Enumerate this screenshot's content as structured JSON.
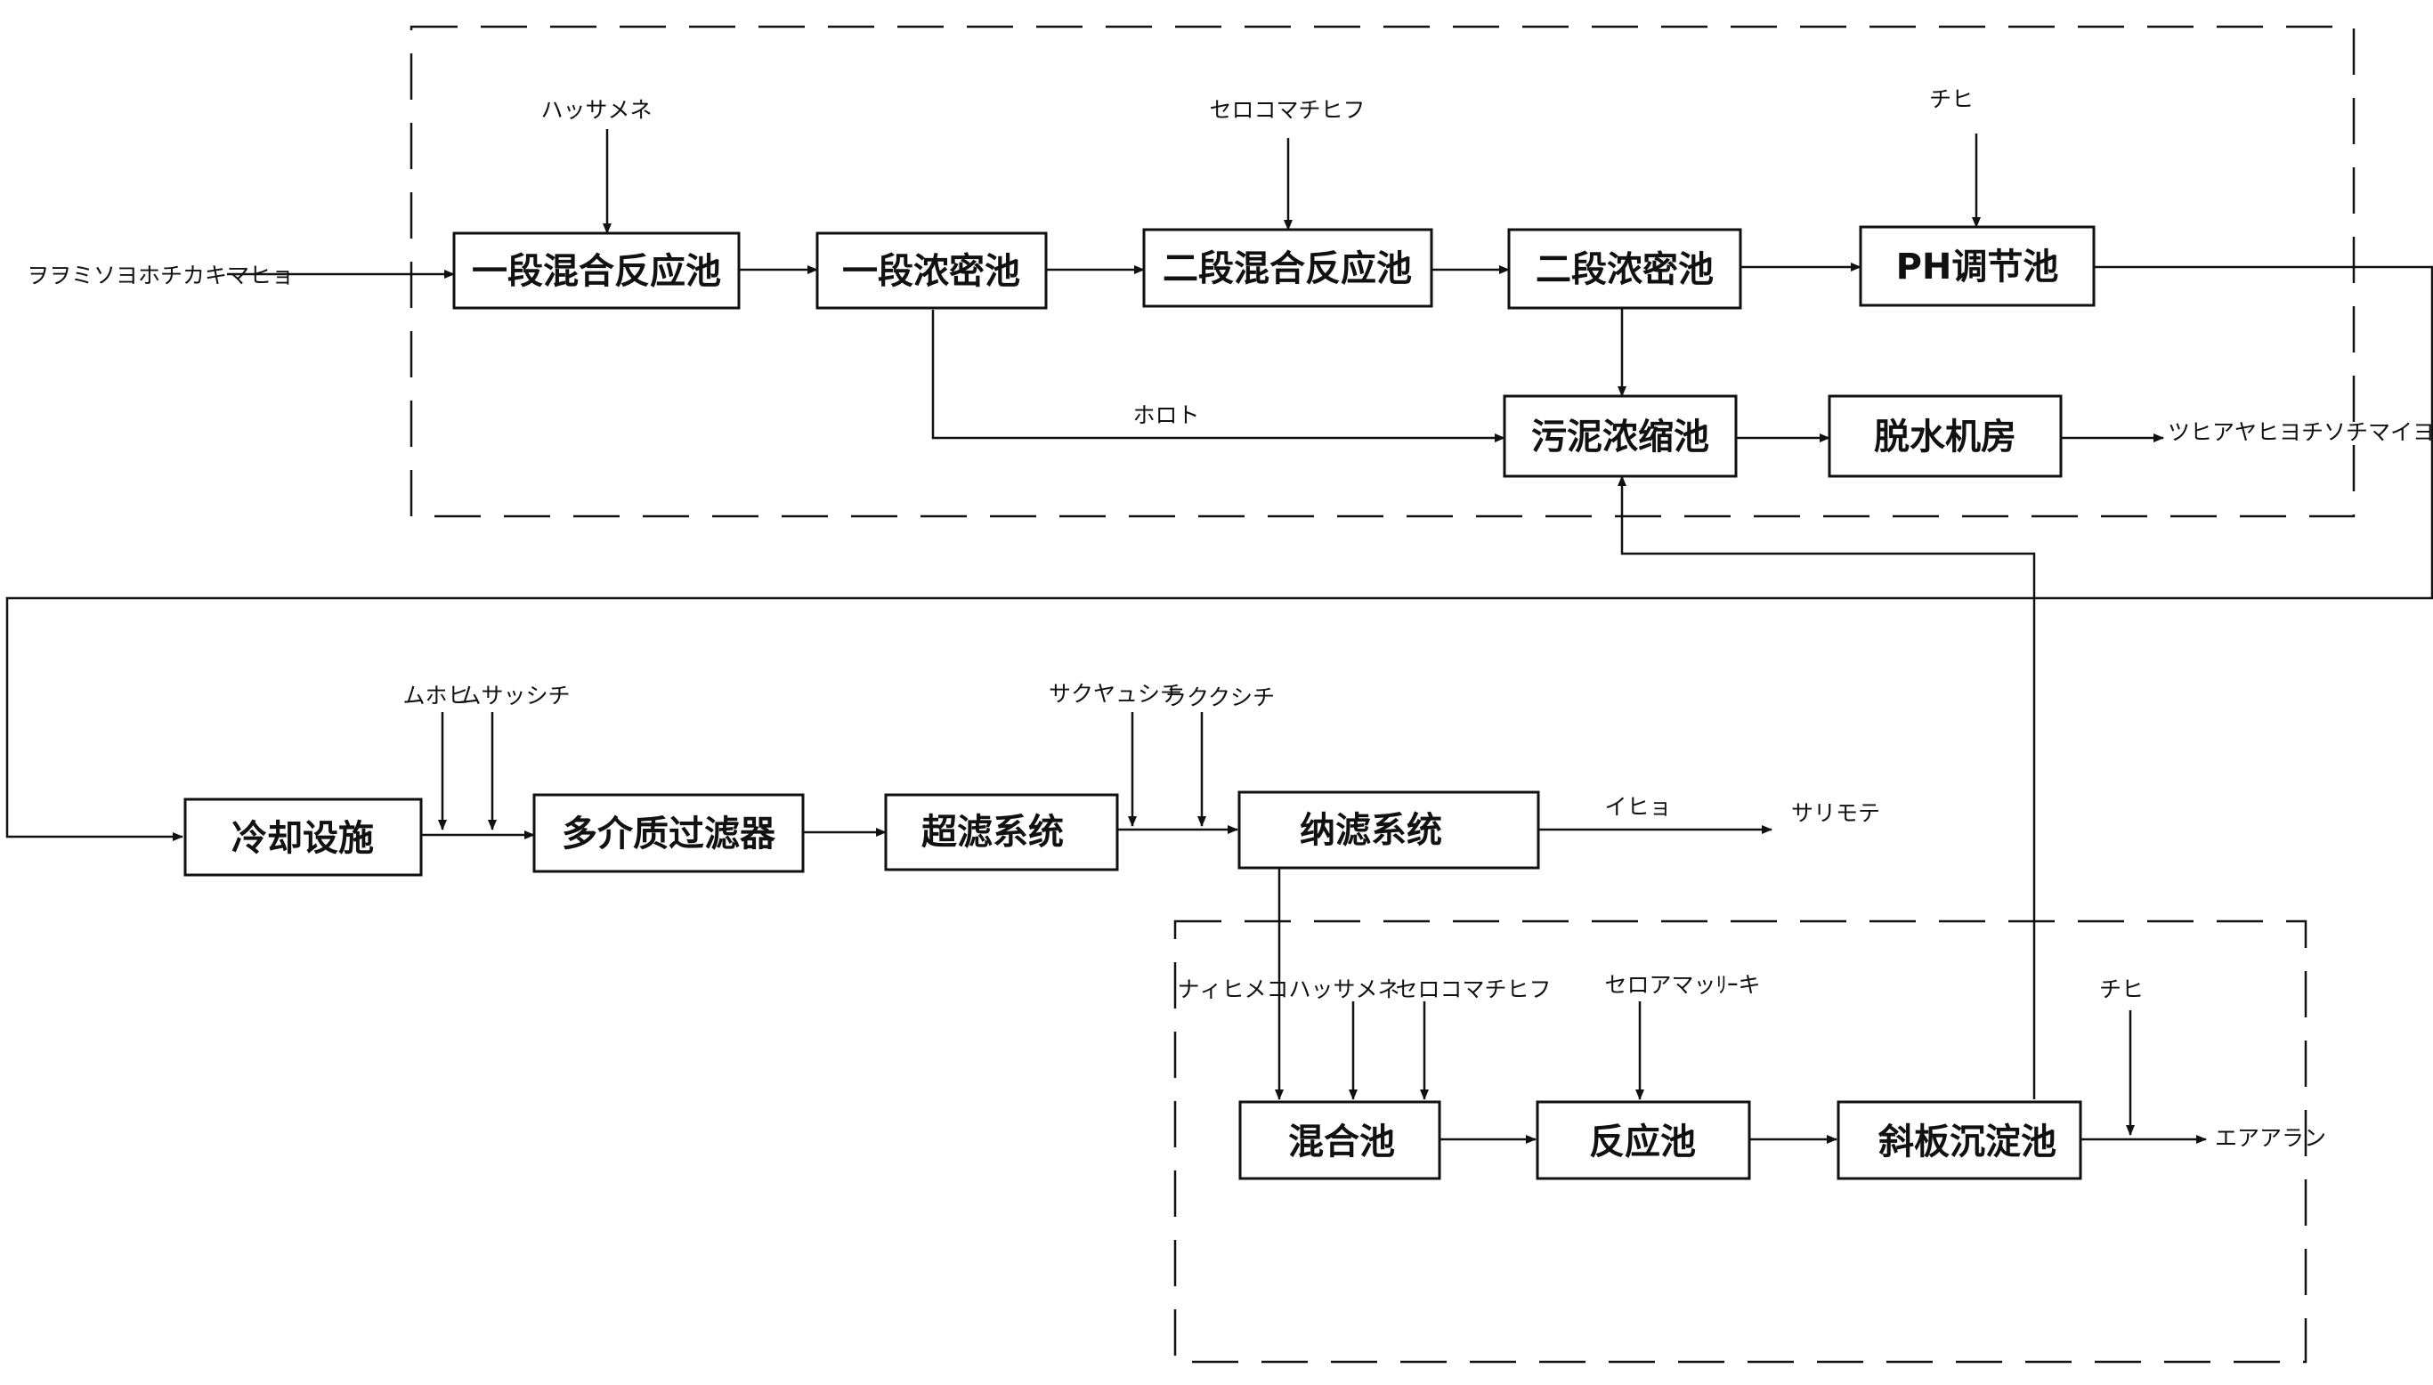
{
  "boxes": {
    "stage1_mix": "一段混合反应池",
    "stage1_thicken": "一段浓密池",
    "stage2_mix": "二段混合反应池",
    "stage2_thicken": "二段浓密池",
    "ph_adjust": "PH调节池",
    "sludge_thicken": "污泥浓缩池",
    "dewater_room": "脱水机房",
    "cooling": "冷却设施",
    "multimedia_filter": "多介质过滤器",
    "ultrafiltration": "超滤系统",
    "nanofiltration": "纳滤系统",
    "mixing_tank": "混合池",
    "reaction_tank": "反应池",
    "inclined_settler": "斜板沉淀池"
  },
  "labels": {
    "inflow": "ヲヲミソヨホチカキマヒョ",
    "dose1": "ハッサメネ",
    "dose2": "セロコマチヒフ",
    "dose3": "チヒ",
    "underflow": "ホロト",
    "cake_out": "ツヒアヤヒヨチソチマイヨ",
    "dose4a": "ムホヒ",
    "dose4b": "ムサッシチ",
    "dose5a": "サクヤュシチ",
    "dose5b": "ラククシチ",
    "permeate": "イヒョ",
    "reuse": "サリモテ",
    "concentrate": "ナィヒメコ",
    "dose6a": "ハッサメネ",
    "dose6b": "セロコマチヒフ",
    "dose7": "セロアマッﾘｰキ",
    "dose8": "チヒ",
    "discharge": "エアアラン"
  }
}
